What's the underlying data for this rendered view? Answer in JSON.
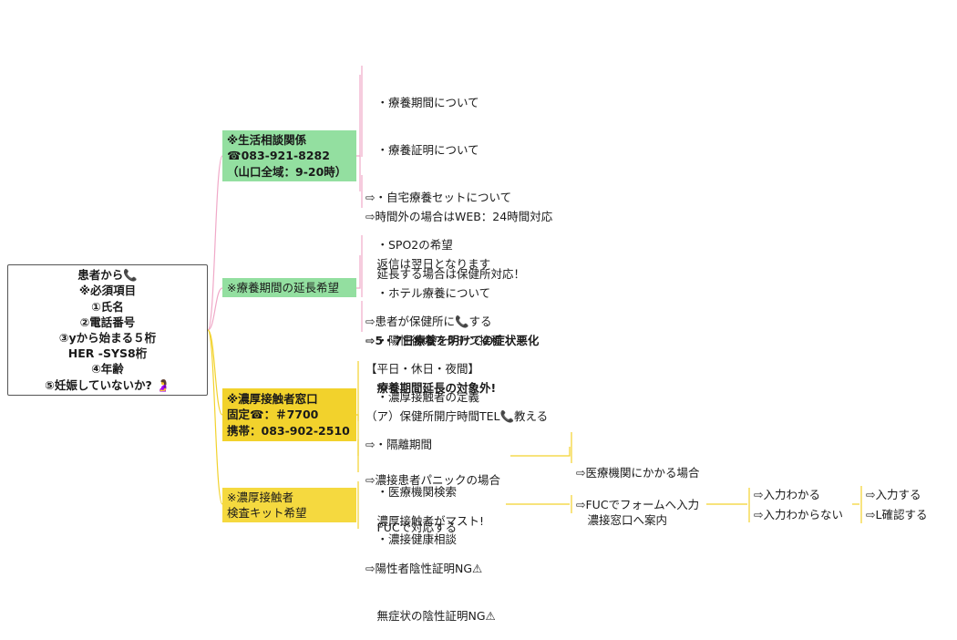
{
  "root": {
    "lines": [
      "患者から📞",
      "※必須項目",
      "①氏名",
      "②電話番号",
      "③yから始まる５桁",
      "HER -SYS8桁",
      "④年齢",
      "⑤妊娠していないか? 🤰"
    ]
  },
  "branch_life": {
    "box_lines": [
      "※生活相談関係",
      "☎083-921-8282",
      "（山口全域：9-20時）"
    ],
    "topics": [
      "　・療養期間について",
      "　・療養証明について",
      "⇨・自宅療養セットについて",
      "　・SPO2の希望",
      "　・ホテル療養について",
      "　・陽性後のワクチン接種"
    ],
    "after_hours": [
      "⇨時間外の場合はWEB：24時間対応",
      "　返信は翌日となります"
    ]
  },
  "branch_extension": {
    "box_label": "※療養期間の延長希望",
    "info": [
      "　延長する場合は保健所対応！",
      "⇨患者が保健所に📞する",
      "【平日・休日・夜間】",
      "（ア）保健所開庁時間TEL📞教える"
    ],
    "warning": [
      "⇨5・7日療養を明けての症状悪化",
      "　療養期間延長の対象外!"
    ]
  },
  "branch_contact": {
    "box_lines": [
      "※濃厚接触者窓口",
      "固定☎：＃7700",
      "携帯：083-902-2510"
    ],
    "topics": [
      "　・濃厚接触者の定義",
      "⇨・隔離期間",
      "　・医療機関検索",
      "　・濃接健康相談"
    ],
    "panic": [
      "⇨濃接患者パニックの場合",
      "　FUCで対応する"
    ],
    "medical": [
      "⇨医療機関にかかる場合",
      "　濃接窓口へ案内"
    ]
  },
  "branch_kit": {
    "box_lines": [
      "※濃厚接触者",
      "検査キット希望"
    ],
    "requirements": [
      "　濃厚接触者がマスト!",
      "⇨陽性者陰性証明NG⚠",
      "　無症状の陰性証明NG⚠"
    ],
    "fuc_form": "⇨FUCでフォームへ入力",
    "can_input": "⇨入力わかる",
    "cannot_input": "⇨入力わからない",
    "do_input": "⇨入力する",
    "l_confirm": "⇨L確認する"
  },
  "colors": {
    "green_box": "#93dfa0",
    "yellow_box_1": "#f2d22c",
    "yellow_box_2": "#f5d93f",
    "pink_connector": "#f0a9c8",
    "yellow_connector": "#f2d22c"
  }
}
